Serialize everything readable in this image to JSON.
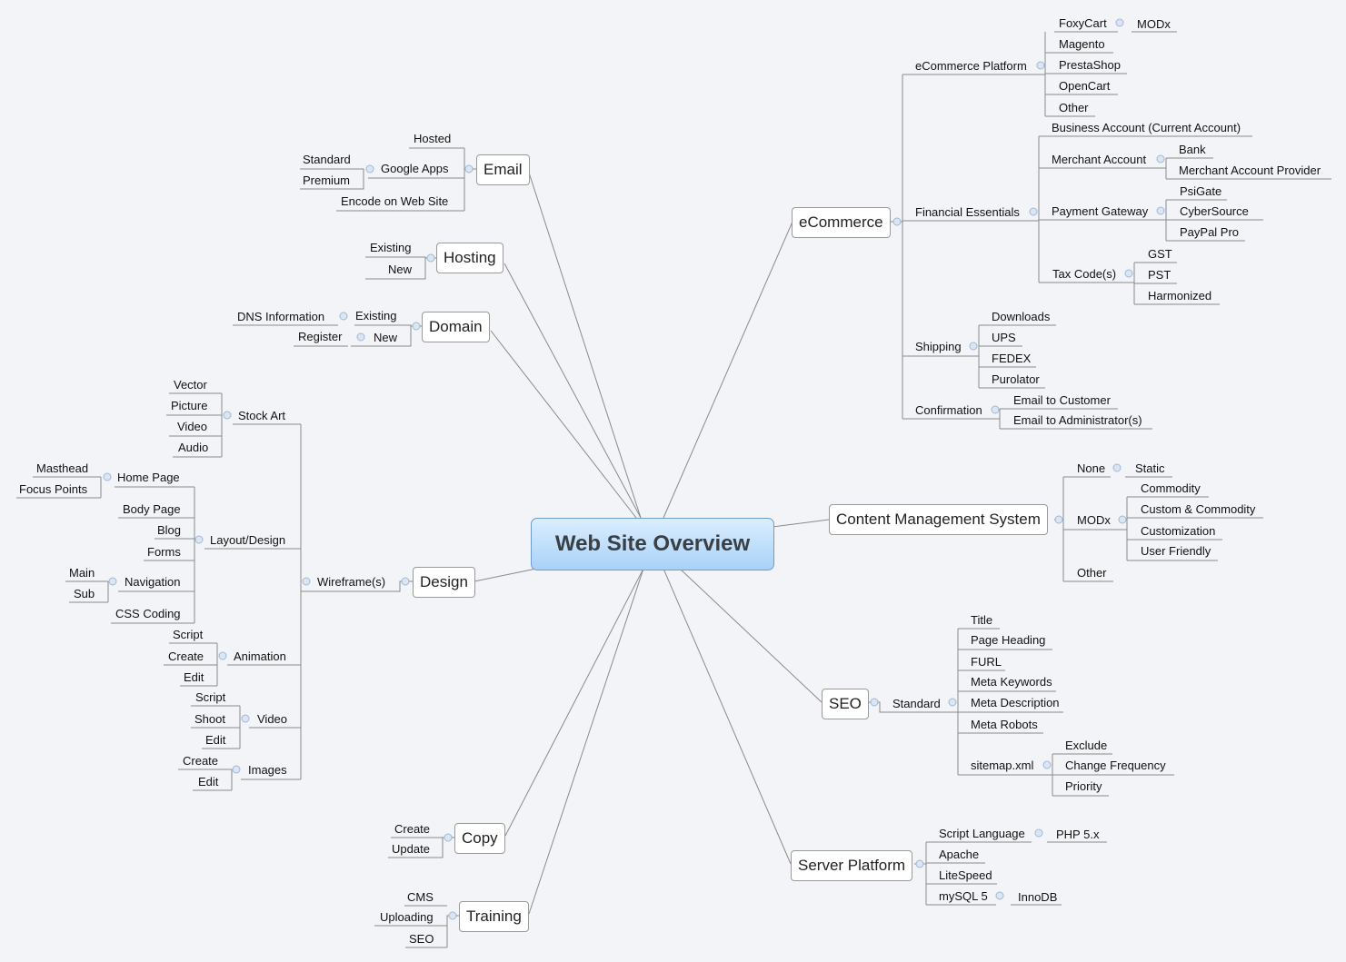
{
  "root": "Web Site Overview",
  "left": {
    "email": {
      "label": "Email",
      "hosted": "Hosted",
      "google_apps": "Google Apps",
      "standard": "Standard",
      "premium": "Premium",
      "encode": "Encode on Web Site"
    },
    "hosting": {
      "label": "Hosting",
      "existing": "Existing",
      "new": "New"
    },
    "domain": {
      "label": "Domain",
      "existing": "Existing",
      "dns": "DNS Information",
      "new": "New",
      "register": "Register"
    },
    "design": {
      "label": "Design",
      "wireframes": "Wireframe(s)",
      "stock_art": "Stock Art",
      "vector": "Vector",
      "picture": "Picture",
      "video": "Video",
      "audio": "Audio",
      "layout": "Layout/Design",
      "home_page": "Home Page",
      "masthead": "Masthead",
      "focus_points": "Focus Points",
      "body_page": "Body Page",
      "blog": "Blog",
      "forms": "Forms",
      "navigation": "Navigation",
      "main": "Main",
      "sub": "Sub",
      "css": "CSS Coding",
      "animation": "Animation",
      "a_script": "Script",
      "a_create": "Create",
      "a_edit": "Edit",
      "video2": "Video",
      "v_script": "Script",
      "v_shoot": "Shoot",
      "v_edit": "Edit",
      "images": "Images",
      "i_create": "Create",
      "i_edit": "Edit"
    },
    "copy": {
      "label": "Copy",
      "create": "Create",
      "update": "Update"
    },
    "training": {
      "label": "Training",
      "cms": "CMS",
      "uploading": "Uploading",
      "seo": "SEO"
    }
  },
  "right": {
    "ecommerce": {
      "label": "eCommerce",
      "platform": "eCommerce Platform",
      "foxycart": "FoxyCart",
      "modx": "MODx",
      "magento": "Magento",
      "prestashop": "PrestaShop",
      "opencart": "OpenCart",
      "other": "Other",
      "financial": "Financial Essentials",
      "business": "Business Account (Current Account)",
      "merchant": "Merchant Account",
      "bank": "Bank",
      "map": "Merchant Account Provider",
      "gateway": "Payment Gateway",
      "psigate": "PsiGate",
      "cybersource": "CyberSource",
      "paypal": "PayPal Pro",
      "tax": "Tax Code(s)",
      "gst": "GST",
      "pst": "PST",
      "harmonized": "Harmonized",
      "shipping": "Shipping",
      "downloads": "Downloads",
      "ups": "UPS",
      "fedex": "FEDEX",
      "purolator": "Purolator",
      "confirmation": "Confirmation",
      "email_customer": "Email to Customer",
      "email_admin": "Email to Administrator(s)"
    },
    "cms": {
      "label": "Content Management System",
      "none": "None",
      "static": "Static",
      "modx": "MODx",
      "commodity": "Commodity",
      "custom": "Custom & Commodity",
      "customization": "Customization",
      "friendly": "User Friendly",
      "other": "Other"
    },
    "seo": {
      "label": "SEO",
      "standard": "Standard",
      "title": "Title",
      "heading": "Page Heading",
      "furl": "FURL",
      "keywords": "Meta Keywords",
      "description": "Meta Description",
      "robots": "Meta Robots",
      "sitemap": "sitemap.xml",
      "exclude": "Exclude",
      "change": "Change Frequency",
      "priority": "Priority"
    },
    "server": {
      "label": "Server Platform",
      "script": "Script Language",
      "php": "PHP 5.x",
      "apache": "Apache",
      "litespeed": "LiteSpeed",
      "mysql": "mySQL 5",
      "innodb": "InnoDB"
    }
  },
  "colors": {
    "line": "#8a8a8a",
    "root_fill": "#a8d2f7",
    "collapse_dot": "#9fb7d6"
  }
}
